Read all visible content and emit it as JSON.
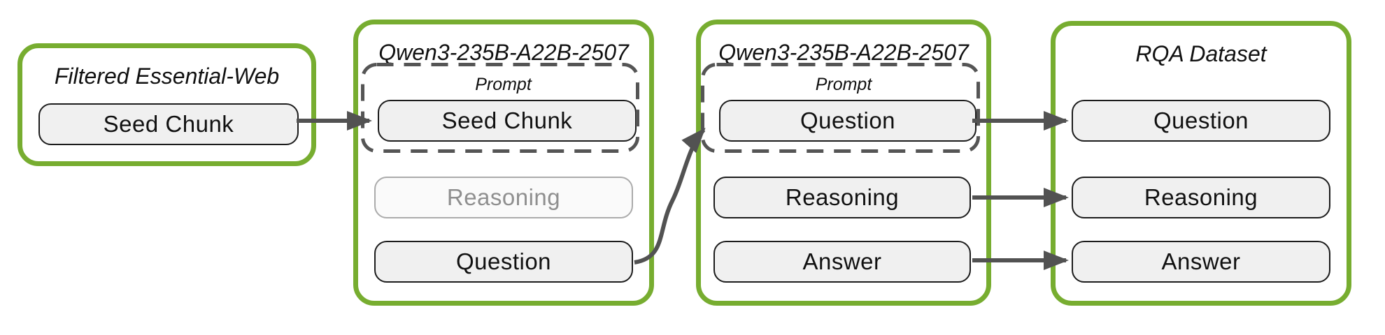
{
  "colors": {
    "green": "#77ad30",
    "arrow": "#525252",
    "dashed": "#555555",
    "pill_fill": "#f0f0f0",
    "pill_border": "#1c1c1c",
    "disabled_fill": "#fafafa",
    "disabled_border": "#ababab",
    "disabled_text": "#8f8f8f",
    "text": "#111111",
    "bg": "#ffffff"
  },
  "groups": [
    {
      "title": "Filtered Essential-Web",
      "items": [
        {
          "label": "Seed Chunk"
        }
      ]
    },
    {
      "title": "Qwen3-235B-A22B-2507",
      "prompt_label": "Prompt",
      "prompt_items": [
        {
          "label": "Seed Chunk"
        }
      ],
      "items": [
        {
          "label": "Reasoning",
          "state": "disabled"
        },
        {
          "label": "Question",
          "state": "normal"
        }
      ]
    },
    {
      "title": "Qwen3-235B-A22B-2507",
      "prompt_label": "Prompt",
      "prompt_items": [
        {
          "label": "Question"
        }
      ],
      "items": [
        {
          "label": "Reasoning",
          "state": "normal"
        },
        {
          "label": "Answer",
          "state": "normal"
        }
      ]
    },
    {
      "title": "RQA Dataset",
      "items": [
        {
          "label": "Question"
        },
        {
          "label": "Reasoning"
        },
        {
          "label": "Answer"
        }
      ]
    }
  ],
  "connections": [
    {
      "from": "filtered-essential-web.seed-chunk",
      "to": "qwen-pass-1.prompt.seed-chunk",
      "style": "straight"
    },
    {
      "from": "qwen-pass-1.question",
      "to": "qwen-pass-2.prompt.question",
      "style": "curved"
    },
    {
      "from": "qwen-pass-2.question",
      "to": "rqa-dataset.question",
      "style": "straight"
    },
    {
      "from": "qwen-pass-2.reasoning",
      "to": "rqa-dataset.reasoning",
      "style": "straight"
    },
    {
      "from": "qwen-pass-2.answer",
      "to": "rqa-dataset.answer",
      "style": "straight"
    }
  ]
}
